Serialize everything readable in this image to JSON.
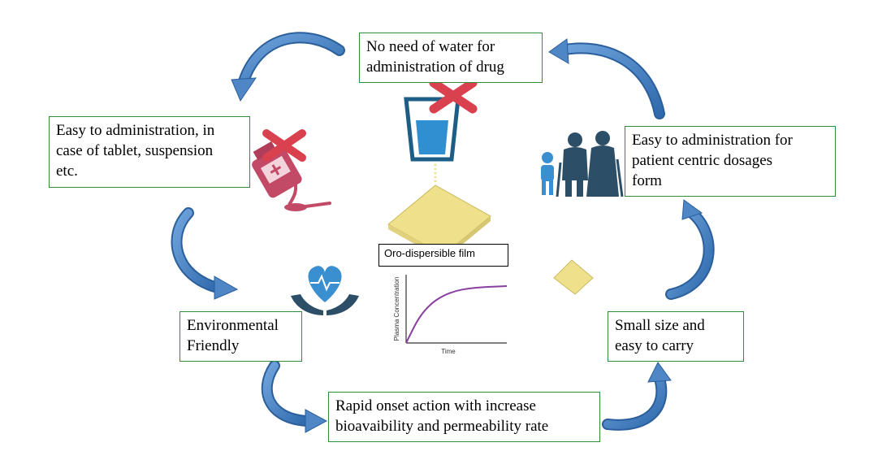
{
  "boxes": {
    "top": {
      "line1": "No need of water for",
      "line2": "administration of drug"
    },
    "left": {
      "line1": "Easy to administration, in",
      "line2": "case of tablet, suspension",
      "line3": "etc."
    },
    "right": {
      "line1": "Easy to administration for",
      "line2": "patient centric dosages",
      "line3": "form"
    },
    "env": {
      "line1": "Environmental",
      "line2": "Friendly"
    },
    "small": {
      "line1": "Small size and",
      "line2": "easy to carry"
    },
    "bottom": {
      "line1": "Rapid onset action with increase",
      "line2": "bioavaibility and permeability rate"
    }
  },
  "film_label": "Oro-dispersible film",
  "chart_data": {
    "type": "line",
    "title": "",
    "xlabel": "Time",
    "ylabel": "Plasma Concentration",
    "series": [
      {
        "values": [
          [
            0,
            0
          ],
          [
            1,
            0.45
          ],
          [
            2,
            0.7
          ],
          [
            3,
            0.84
          ],
          [
            4,
            0.92
          ],
          [
            5,
            0.96
          ],
          [
            6,
            0.98
          ],
          [
            7,
            0.99
          ],
          [
            8,
            1.0
          ]
        ]
      }
    ],
    "xlim": [
      0,
      8
    ],
    "ylim": [
      0,
      1.2
    ],
    "grid": false
  },
  "colors": {
    "box_border": "#2e8b3a",
    "arrow_fill": "#4e86c6",
    "arrow_dark": "#2b5f9c",
    "cross": "#d9414e",
    "water": "#2f8fd0",
    "cup": "#1e5d86",
    "syrup": "#c24a67",
    "film": "#efe08c",
    "curve": "#8a3fa0",
    "people": "#2c4e66",
    "child": "#3a8fd0"
  },
  "icons": [
    "cross-icon",
    "water-cup-icon",
    "syrup-bottle-icon",
    "family-icon",
    "heart-hands-icon"
  ]
}
